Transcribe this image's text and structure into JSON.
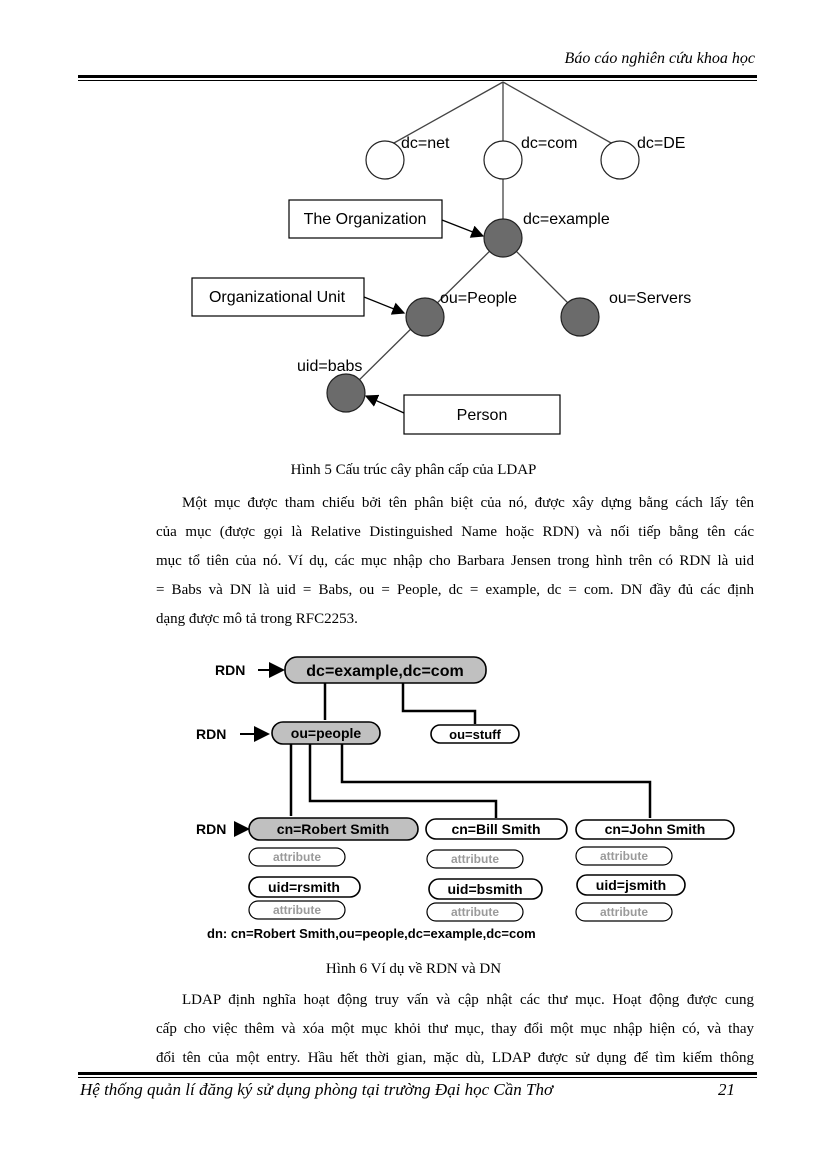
{
  "header": {
    "title": "Báo cáo nghiên cứu khoa học"
  },
  "figure5": {
    "nodes": {
      "net": "dc=net",
      "com": "dc=com",
      "de": "dc=DE",
      "example": "dc=example",
      "people": "ou=People",
      "servers": "ou=Servers",
      "babs": "uid=babs"
    },
    "boxes": {
      "organization": "The Organization",
      "unit": "Organizational Unit",
      "person": "Person"
    },
    "caption": "Hình  5 Cấu trúc cây phân cấp của LDAP"
  },
  "paragraph1": {
    "lines": [
      "Một mục được tham chiếu bởi tên phân biệt của nó, được xây dựng bằng cách lấy tên",
      "của mục (được gọi là Relative Distinguished Name hoặc RDN) và nối tiếp bằng tên các",
      "mục tổ tiên của nó. Ví dụ, các mục nhập cho Barbara Jensen trong hình trên có RDN là uid",
      "= Babs và DN là uid = Babs, ou = People, dc = example, dc = com. DN đầy đủ các định",
      "dạng được mô tả trong RFC2253."
    ]
  },
  "figure6": {
    "rdn_label": "RDN",
    "root": "dc=example,dc=com",
    "people": "ou=people",
    "stuff": "ou=stuff",
    "robert": "cn=Robert Smith",
    "bill": "cn=Bill Smith",
    "john": "cn=John Smith",
    "attribute": "attribute",
    "uid_robert": "uid=rsmith",
    "uid_bill": "uid=bsmith",
    "uid_john": "uid=jsmith",
    "dn_line": "dn: cn=Robert Smith,ou=people,dc=example,dc=com",
    "caption": "Hình  6 Ví dụ về RDN và DN"
  },
  "paragraph2": {
    "lines": [
      "LDAP định nghĩa hoạt động truy vấn và cập nhật các thư mục. Hoạt động được cung",
      "cấp cho việc thêm và xóa một mục khỏi thư mục, thay đổi một mục nhập hiện có, và thay",
      "đổi tên của một entry. Hầu hết thời gian, mặc dù, LDAP được sử dụng để tìm kiếm thông"
    ]
  },
  "footer": {
    "text": "Hệ thống quản lí đăng ký sử dụng phòng tại trường Đại học Cần Thơ",
    "page": "21"
  }
}
